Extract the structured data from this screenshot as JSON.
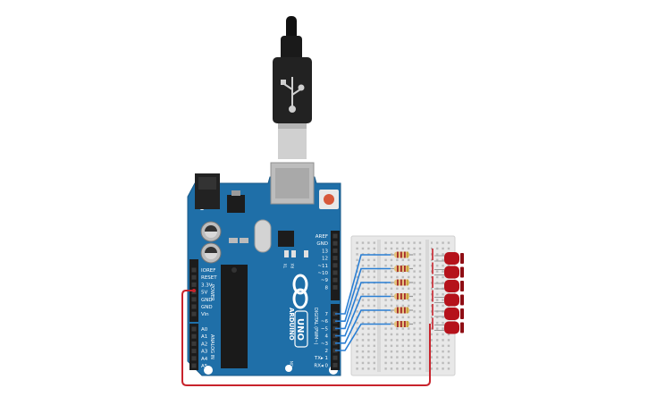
{
  "board": {
    "name": "ARDUINO",
    "model": "UNO",
    "color": "#1f6fa8",
    "digital_header": "DIGITAL (PWM~)",
    "power_header": "POWER",
    "analog_header": "ANALOG IN",
    "tx_label": "TX",
    "rx_label": "RX",
    "on_label": "ON",
    "top_pins": [
      "AREF",
      "GND",
      "13",
      "12",
      "~11",
      "~10",
      "~9",
      "8"
    ],
    "bottom_pins": [
      "7",
      "~6",
      "~5",
      "4",
      "~3",
      "2",
      "TX▸ 1",
      "RX◂ 0"
    ],
    "power_pins": [
      "IOREF",
      "RESET",
      "3.3V",
      "5V",
      "GND",
      "GND",
      "Vin"
    ],
    "analog_pins": [
      "A0",
      "A1",
      "A2",
      "A3",
      "A4",
      "A5"
    ]
  },
  "circuit": {
    "wire_color": "#2a7fd4",
    "power_wire_color": "#c8232c",
    "led_color": "#b5121b",
    "led_count": 6,
    "resistor_count": 6
  }
}
